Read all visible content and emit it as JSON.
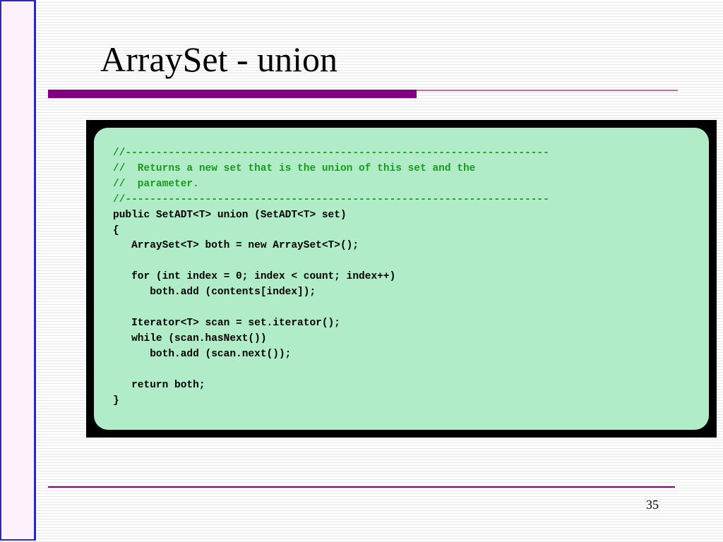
{
  "slide": {
    "title": "ArraySet - union",
    "page_number": "35"
  },
  "code_lines": [
    {
      "text": "//---------------------------------------------------------------------",
      "kind": "comment"
    },
    {
      "text": "//  Returns a new set that is the union of this set and the",
      "kind": "comment"
    },
    {
      "text": "//  parameter.",
      "kind": "comment"
    },
    {
      "text": "//---------------------------------------------------------------------",
      "kind": "comment"
    },
    {
      "text": "public SetADT<T> union (SetADT<T> set)",
      "kind": "code"
    },
    {
      "text": "{",
      "kind": "code"
    },
    {
      "text": "   ArraySet<T> both = new ArraySet<T>();",
      "kind": "code"
    },
    {
      "text": "",
      "kind": "code"
    },
    {
      "text": "   for (int index = 0; index < count; index++)",
      "kind": "code"
    },
    {
      "text": "      both.add (contents[index]);",
      "kind": "code"
    },
    {
      "text": "",
      "kind": "code"
    },
    {
      "text": "   Iterator<T> scan = set.iterator();",
      "kind": "code"
    },
    {
      "text": "   while (scan.hasNext())",
      "kind": "code"
    },
    {
      "text": "      both.add (scan.next());",
      "kind": "code"
    },
    {
      "text": "",
      "kind": "code"
    },
    {
      "text": "   return both;",
      "kind": "code"
    },
    {
      "text": "}",
      "kind": "code"
    }
  ],
  "colors": {
    "accent": "#800080",
    "code_background": "#b0ecc8",
    "comment": "#1a9a1a",
    "frame": "#000000",
    "sidebar_border": "#2a2ab8"
  }
}
